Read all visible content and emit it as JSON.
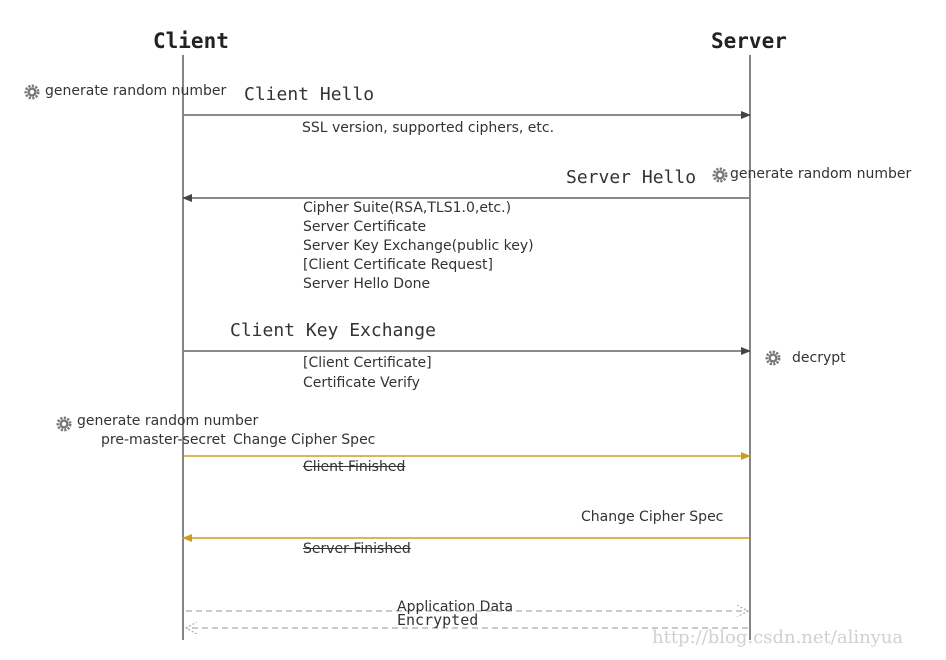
{
  "participants": {
    "client": "Client",
    "server": "Server"
  },
  "messages": {
    "client_hello": {
      "title": "Client Hello",
      "details": [
        "SSL version, supported ciphers, etc."
      ]
    },
    "server_hello": {
      "title": "Server Hello",
      "details": [
        "Cipher Suite(RSA,TLS1.0,etc.)",
        "Server Certificate",
        "Server Key Exchange(public key)",
        "[Client Certificate Request]",
        "Server Hello Done"
      ]
    },
    "client_key_exchange": {
      "title": "Client Key Exchange",
      "details": [
        "[Client Certificate]",
        "Certificate Verify"
      ]
    },
    "client_change_cipher": {
      "title": "Change Cipher Spec",
      "detail": "Client Finished"
    },
    "server_change_cipher": {
      "title": "Change Cipher Spec",
      "detail": "Server Finished"
    },
    "application_data": {
      "line1": "Application Data",
      "line2": "Encrypted"
    }
  },
  "notes": {
    "client_random": "generate random number",
    "server_random": "generate random number",
    "server_decrypt": "decrypt",
    "client_random2": "generate random number",
    "pre_master": "pre-master-secret"
  },
  "icons": {
    "note_icon": "gear-icon"
  },
  "colors": {
    "black_arrow": "#444444",
    "gold_arrow": "#c8a020",
    "dashed_arrow": "#aaaaaa"
  },
  "watermark": "http://blog.csdn.net/alinyua"
}
